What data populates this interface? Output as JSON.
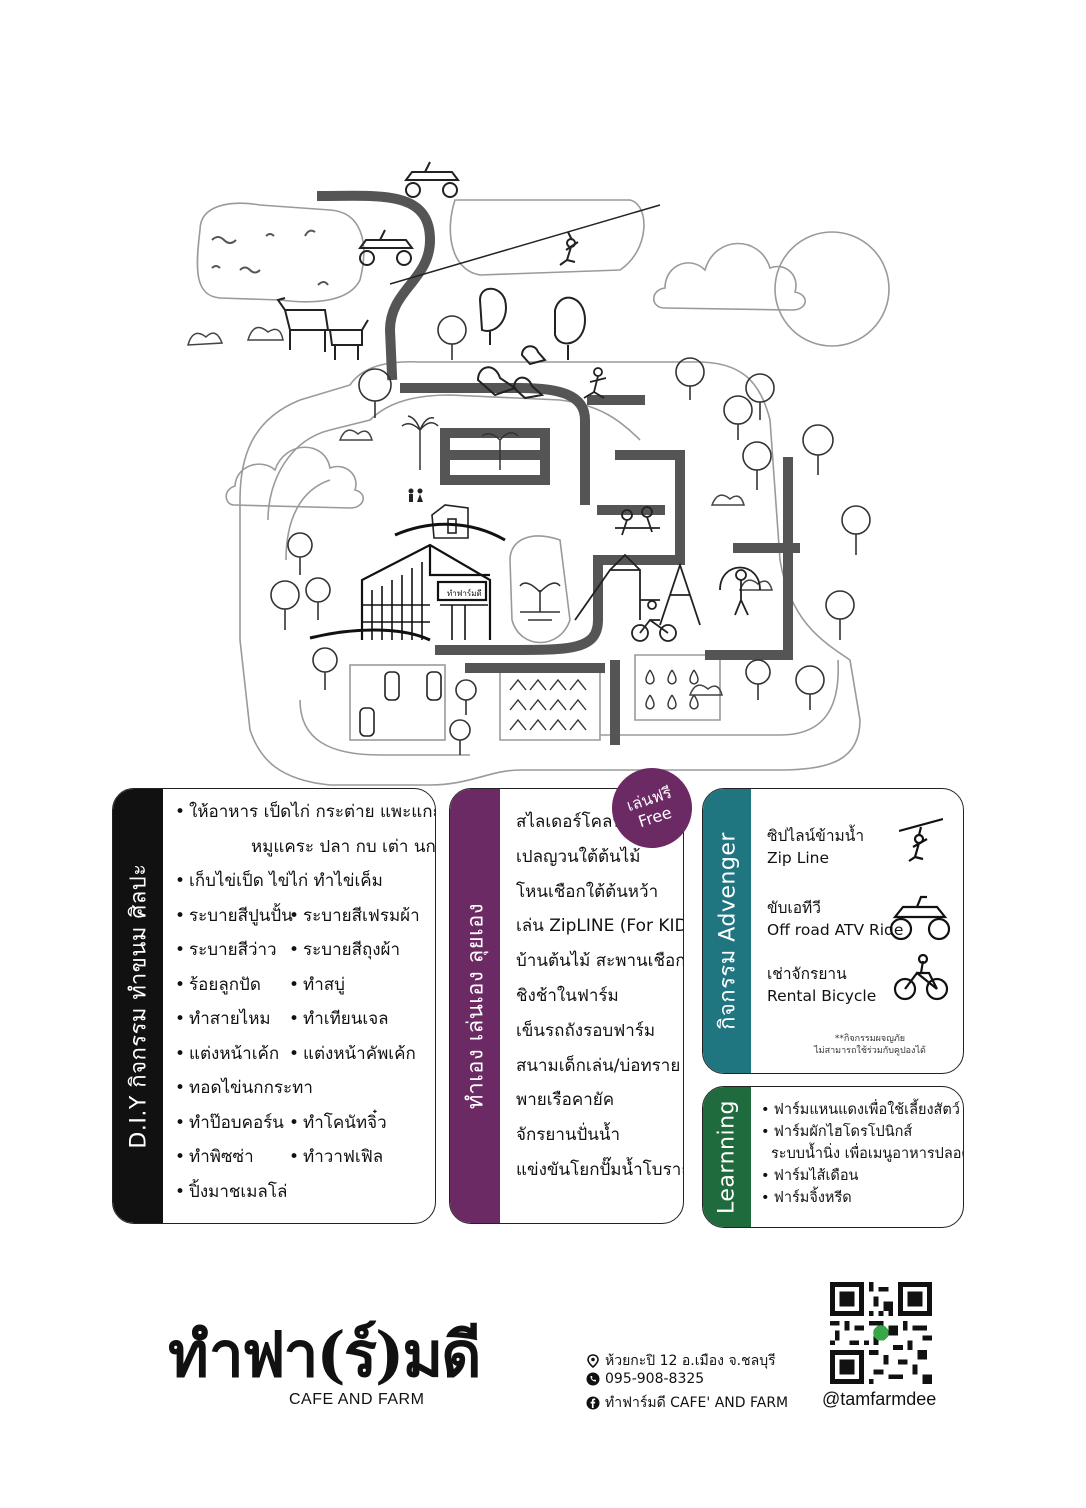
{
  "colors": {
    "diy": "#111111",
    "free": "#6b2a64",
    "adventure": "#1f7580",
    "learning": "#1f6b3e",
    "path": "#555555"
  },
  "map": {
    "building_sign": "ทำฟาร์มดี",
    "icons": [
      "atv-icon",
      "zipline-icon",
      "goat-icon",
      "rooster-icon",
      "duck-icon",
      "tree-icon",
      "palm-icon",
      "cloud-icon",
      "sun-icon",
      "playground-icon",
      "bicycle-icon",
      "car-icon",
      "restroom-icon",
      "fountain-icon",
      "building-icon"
    ]
  },
  "diy": {
    "title": "D.I.Y  กิจกรรม ทำขนม ศิลปะ",
    "items": [
      {
        "a": "ให้อาหาร  เป็ดไก่ กระต่าย แพะแกะ"
      },
      {
        "indent": "หมูแคระ ปลา กบ เต่า นกกระทา"
      },
      {
        "a": "เก็บไข่เป็ด ไข่ไก่ ทำไข่เค็ม"
      },
      {
        "a": "ระบายสีปูนปั้น",
        "b": "ระบายสีเฟรมผ้า"
      },
      {
        "a": "ระบายสีว่าว",
        "b": "ระบายสีถุงผ้า"
      },
      {
        "a": "ร้อยลูกปัด",
        "b": "ทำสบู่"
      },
      {
        "a": "ทำสายไหม",
        "b": "ทำเทียนเจล"
      },
      {
        "a": "แต่งหน้าเค้ก",
        "b": "แต่งหน้าคัพเค้ก"
      },
      {
        "a": "ทอดไข่นกกระทา"
      },
      {
        "a": "ทำป๊อบคอร์น",
        "b": "ทำโคนัทจิ๋ว"
      },
      {
        "a": "ทำพิซซ่า",
        "b": "ทำวาฟเฟิล"
      },
      {
        "a": "ปิ้งมาชเมลโล่"
      }
    ]
  },
  "free": {
    "title": "ทำเอง เล่นเอง ลุยเอง",
    "badge_th": "เล่นฟรี",
    "badge_en": "Free",
    "items": [
      "สไลเดอร์โคลน",
      "เปลญวนใต้ต้นไม้",
      "โหนเชือกใต้ต้นหว้า",
      "เล่น ZipLINE (For KIDS)",
      "บ้านต้นไม้ สะพานเชือก",
      "ชิงช้าในฟาร์ม",
      "เข็นรถถังรอบฟาร์ม",
      "สนามเด็กเล่น/บ่อทราย",
      "พายเรือคายัค",
      "จักรยานปั่นน้ำ",
      "แข่งขันโยกปั๊มน้ำโบราณ"
    ]
  },
  "adventure": {
    "title": "กิจกรรม Advenger",
    "items": [
      {
        "th": "ซิปไลน์ข้ามน้ำ",
        "en": "Zip Line",
        "icon": "zipline-icon"
      },
      {
        "th": "ขับเอทีวี",
        "en": "Off road ATV Ride",
        "icon": "atv-icon"
      },
      {
        "th": "เช่าจักรยาน",
        "en": "Rental Bicycle",
        "icon": "bicycle-icon"
      }
    ],
    "note_1": "**กิจกรรมผจญภัย",
    "note_2": "ไม่สามารถใช้ร่วมกับคูปองได้"
  },
  "learning": {
    "title": "Learnning",
    "items": [
      "ฟาร์มแหนแดงเพื่อใช้เลี้ยงสัตว์",
      "ฟาร์มผักไฮโดรโปนิกส์",
      "ระบบน้ำนิ่ง เพื่อเมนูอาหารปลอดภัย",
      "ฟาร์มไส้เดือน",
      "ฟาร์มจิ้งหรีด"
    ]
  },
  "brand": {
    "logo": "ทำฟา(ร์)มดี",
    "sub": "CAFE AND FARM"
  },
  "contact": {
    "address": "ห้วยกะปิ 12 อ.เมือง จ.ชลบุรี",
    "phone": "095-908-8325",
    "facebook": "ทำฟาร์มดี CAFE' AND FARM",
    "handle": "@tamfarmdee"
  }
}
